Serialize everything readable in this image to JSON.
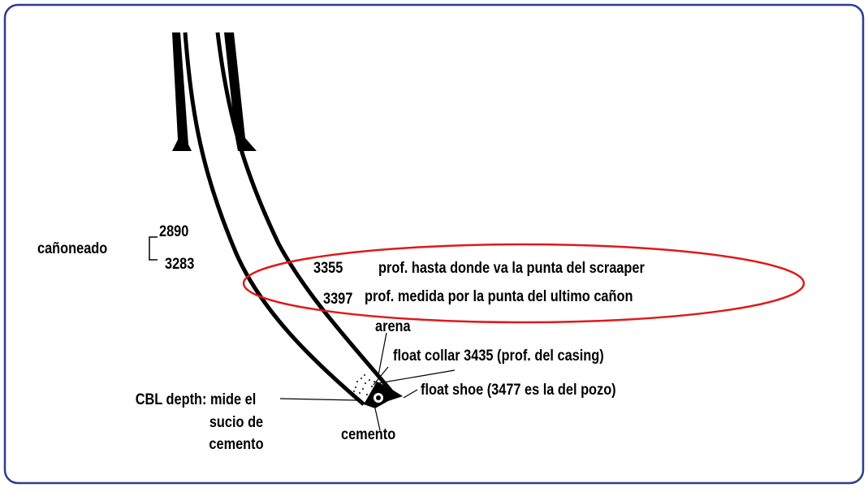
{
  "colors": {
    "frame": "#2a3e8f",
    "ellipse": "#e01919",
    "ink": "#000000",
    "background": "#ffffff"
  },
  "labels": {
    "canoneado": "cañoneado",
    "perf_top": "2890",
    "perf_bottom": "3283",
    "depth_scraper": "3355",
    "text_scraper": "prof. hasta donde va la punta del scraaper",
    "depth_canon": "3397",
    "text_canon": "prof. medida por la punta del ultimo cañon",
    "arena": "arena",
    "float_collar": "float collar 3435 (prof. del casing)",
    "float_shoe": "float shoe (3477 es la del pozo)",
    "cbl_line1": "CBL depth: mide el",
    "cbl_line2": "sucio de",
    "cbl_line3": "cemento",
    "cemento": "cemento"
  }
}
